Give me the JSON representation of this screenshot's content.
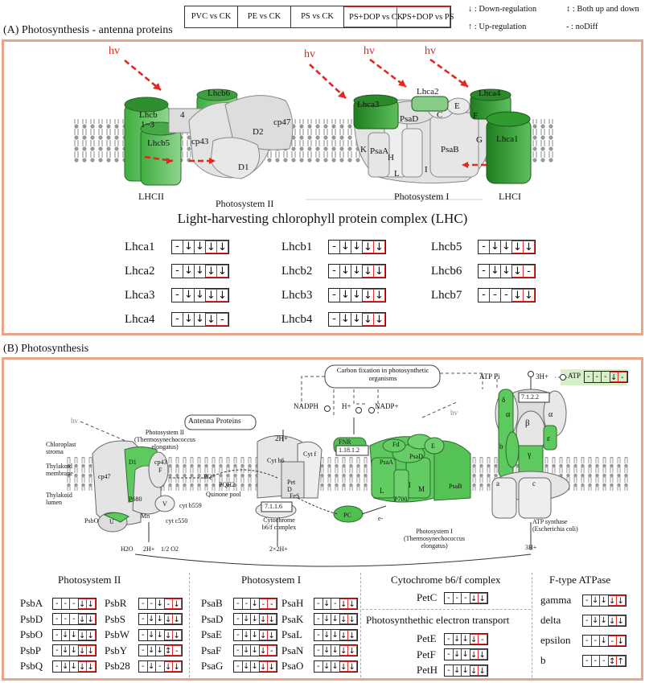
{
  "legend": {
    "comparisons": [
      "PVC vs CK",
      "PE vs CK",
      "PS vs CK",
      "PS+DOP vs CK",
      "PS+DOP vs PS"
    ],
    "down": "↓ : Down-regulation",
    "up": "↑ : Up-regulation",
    "both": "↕ : Both up and down",
    "nodiff": "- : noDiff"
  },
  "panel_a": {
    "title": "(A) Photosynthesis - antenna proteins",
    "hv": "hv",
    "complex_title": "Light-harvesting chlorophyll protein complex (LHC)",
    "labels": {
      "lhcii": "LHCII",
      "lhci": "LHCI",
      "ps2": "Photosystem II",
      "ps1": "Photosystem I",
      "lhcb": "Lhcb",
      "lhcb13": "1~3",
      "lhcb6": "Lhcb6",
      "lhcb5": "Lhcb5",
      "four": "4",
      "cp43": "cp43",
      "cp47": "cp47",
      "d1": "D1",
      "d2": "D2",
      "lhca3": "Lhca3",
      "lhca2": "Lhca2",
      "lhca4": "Lhca4",
      "lhca1": "Lhca1",
      "psad": "PsaD",
      "psaa": "PsaA",
      "psab": "PsaB",
      "c": "C",
      "e": "E",
      "f": "F",
      "g": "G",
      "k": "K",
      "h": "H",
      "l": "L",
      "i": "I"
    },
    "genes": [
      {
        "name": "Lhca1",
        "vals": [
          "-",
          "↓",
          "↓",
          "↓",
          "↓"
        ]
      },
      {
        "name": "Lhca2",
        "vals": [
          "-",
          "↓",
          "↓",
          "↓",
          "↓"
        ]
      },
      {
        "name": "Lhca3",
        "vals": [
          "-",
          "↓",
          "↓",
          "↓",
          "↓"
        ]
      },
      {
        "name": "Lhca4",
        "vals": [
          "-",
          "↓",
          "↓",
          "↓",
          "-"
        ]
      },
      {
        "name": "Lhcb1",
        "vals": [
          "-",
          "↓",
          "↓",
          "↓",
          "↓"
        ]
      },
      {
        "name": "Lhcb2",
        "vals": [
          "-",
          "↓",
          "↓",
          "↓",
          "↓"
        ]
      },
      {
        "name": "Lhcb3",
        "vals": [
          "-",
          "↓",
          "↓",
          "↓",
          "↓"
        ]
      },
      {
        "name": "Lhcb4",
        "vals": [
          "-",
          "↓",
          "↓",
          "↓",
          "↓"
        ]
      },
      {
        "name": "Lhcb5",
        "vals": [
          "-",
          "↓",
          "↓",
          "↓",
          "↓"
        ]
      },
      {
        "name": "Lhcb6",
        "vals": [
          "-",
          "↓",
          "↓",
          "↓",
          "-"
        ]
      },
      {
        "name": "Lhcb7",
        "vals": [
          "-",
          "-",
          "-",
          "↓",
          "↓"
        ]
      }
    ]
  },
  "panel_b": {
    "title": "(B) Photosynthesis",
    "labels": {
      "carbon": "Carbon fixation in photosynthetic organisms",
      "antenna": "Antenna Proteins",
      "nadph": "NADPH",
      "hplus": "H+",
      "nadp": "NADP+",
      "atp": "ATP",
      "pi": "Pi",
      "adp": "ATP",
      "h3": "3H+",
      "h2": "2H+",
      "h2b": "2H+",
      "h2x2": "2×2H+",
      "h3b": "3H+",
      "chloro": "Chloroplast stroma",
      "thylmem": "Thylakoid membrane",
      "thyllum": "Thylakoid lumen",
      "ps2name": "Photosystem II (Thermosynechococcus elongatus)",
      "ps1name": "Photosystem I (Thermosynechococcus elongatus)",
      "atpsyn": "ATP synthase (Escherichia coli)",
      "cytb6f": "Cytochrome b6/f complex",
      "quinone": "Quinone pool",
      "pq": "PQ",
      "pqh2": "PQH2",
      "cytb559": "cyt b559",
      "cytc550": "cyt c550",
      "h2o": "H2O",
      "o2": "1/2 O2",
      "ec1": "1.18.1.2",
      "ec2": "7.1.1.6",
      "ec3": "7.1.2.2",
      "fnr": "FNR",
      "fd": "Fd",
      "pc": "PC",
      "fes": "FeS",
      "cytb6": "Cyt b6",
      "cytf": "Cyt f",
      "petd": "Pet D",
      "psaA": "PsaA",
      "psaB": "PsaB",
      "psaD": "PsaD",
      "d1": "D1",
      "cp43": "cp43",
      "cp47": "cp47",
      "psbo": "PsbO",
      "u": "U",
      "v": "V",
      "alpha": "α",
      "beta": "β",
      "gamma": "γ",
      "eps": "ε",
      "delta": "δ",
      "a": "a",
      "b": "b",
      "c": "c",
      "l": "L",
      "i": "I",
      "m": "M",
      "e": "E",
      "f": "F",
      "hv": "hv",
      "eminus": "e-",
      "p680": "P680",
      "p700": "P700",
      "mn": "Mn"
    },
    "atp_box": {
      "name": "ATP",
      "vals": [
        "-",
        "-",
        "-",
        "↓",
        "-"
      ]
    },
    "groups": {
      "ps2": "Photosystem II",
      "ps1": "Photosystem I",
      "cyt": "Cytochrome b6/f complex",
      "pet": "Photosynthethic  electron transport",
      "atp": "F-type ATPase"
    },
    "ps2_genes": [
      {
        "name": "PsbA",
        "vals": [
          "-",
          "-",
          "-",
          "↓",
          "↓"
        ]
      },
      {
        "name": "PsbD",
        "vals": [
          "-",
          "-",
          "-",
          "↓",
          "↓"
        ]
      },
      {
        "name": "PsbO",
        "vals": [
          "-",
          "↓",
          "↓",
          "↓",
          "↓"
        ]
      },
      {
        "name": "PsbP",
        "vals": [
          "-",
          "↓",
          "↓",
          "↓",
          "↓"
        ]
      },
      {
        "name": "PsbQ",
        "vals": [
          "-",
          "↓",
          "↓",
          "↓",
          "↓"
        ]
      },
      {
        "name": "PsbR",
        "vals": [
          "-",
          "-",
          "↓",
          "-",
          "↓"
        ]
      },
      {
        "name": "PsbS",
        "vals": [
          "-",
          "↓",
          "↓",
          "↓",
          "↓"
        ]
      },
      {
        "name": "PsbW",
        "vals": [
          "-",
          "↓",
          "↓",
          "↓",
          "↓"
        ]
      },
      {
        "name": "PsbY",
        "vals": [
          "-",
          "↓",
          "↓",
          "↕",
          "-"
        ]
      },
      {
        "name": "Psb28",
        "vals": [
          "-",
          "↓",
          "-",
          "↓",
          "↓"
        ]
      }
    ],
    "ps1_genes": [
      {
        "name": "PsaB",
        "vals": [
          "-",
          "-",
          "↓",
          "-",
          "-"
        ]
      },
      {
        "name": "PsaD",
        "vals": [
          "-",
          "↓",
          "↓",
          "↓",
          "↓"
        ]
      },
      {
        "name": "PsaE",
        "vals": [
          "-",
          "↓",
          "↓",
          "↓",
          "↓"
        ]
      },
      {
        "name": "PsaF",
        "vals": [
          "-",
          "↓",
          "↓",
          "↓",
          "-"
        ]
      },
      {
        "name": "PsaG",
        "vals": [
          "-",
          "↓",
          "↓",
          "↓",
          "↓"
        ]
      },
      {
        "name": "PsaH",
        "vals": [
          "-",
          "↓",
          "-",
          "↓",
          "↓"
        ]
      },
      {
        "name": "PsaK",
        "vals": [
          "-",
          "↓",
          "↓",
          "↓",
          "↓"
        ]
      },
      {
        "name": "PsaL",
        "vals": [
          "-",
          "↓",
          "↓",
          "↓",
          "↓"
        ]
      },
      {
        "name": "PsaN",
        "vals": [
          "-",
          "↓",
          "↓",
          "↓",
          "↓"
        ]
      },
      {
        "name": "PsaO",
        "vals": [
          "-",
          "↓",
          "↓",
          "↓",
          "↓"
        ]
      }
    ],
    "cyt_genes": [
      {
        "name": "PetC",
        "vals": [
          "-",
          "-",
          "-",
          "↓",
          "↓"
        ]
      }
    ],
    "pet_genes": [
      {
        "name": "PetE",
        "vals": [
          "-",
          "↓",
          "↓",
          "↓",
          "-"
        ]
      },
      {
        "name": "PetF",
        "vals": [
          "-",
          "↓",
          "↓",
          "↓",
          "↓"
        ]
      },
      {
        "name": "PetH",
        "vals": [
          "-",
          "↓",
          "↓",
          "↓",
          "↓"
        ]
      }
    ],
    "atp_genes": [
      {
        "name": "gamma",
        "vals": [
          "-",
          "↓",
          "↓",
          "↓",
          "↓"
        ]
      },
      {
        "name": "delta",
        "vals": [
          "-",
          "↓",
          "↓",
          "↓",
          "↓"
        ]
      },
      {
        "name": "epsilon",
        "vals": [
          "-",
          "-",
          "↓",
          "-",
          "↓"
        ]
      },
      {
        "name": "b",
        "vals": [
          "-",
          "-",
          "-",
          "↕",
          "↑"
        ]
      }
    ]
  }
}
